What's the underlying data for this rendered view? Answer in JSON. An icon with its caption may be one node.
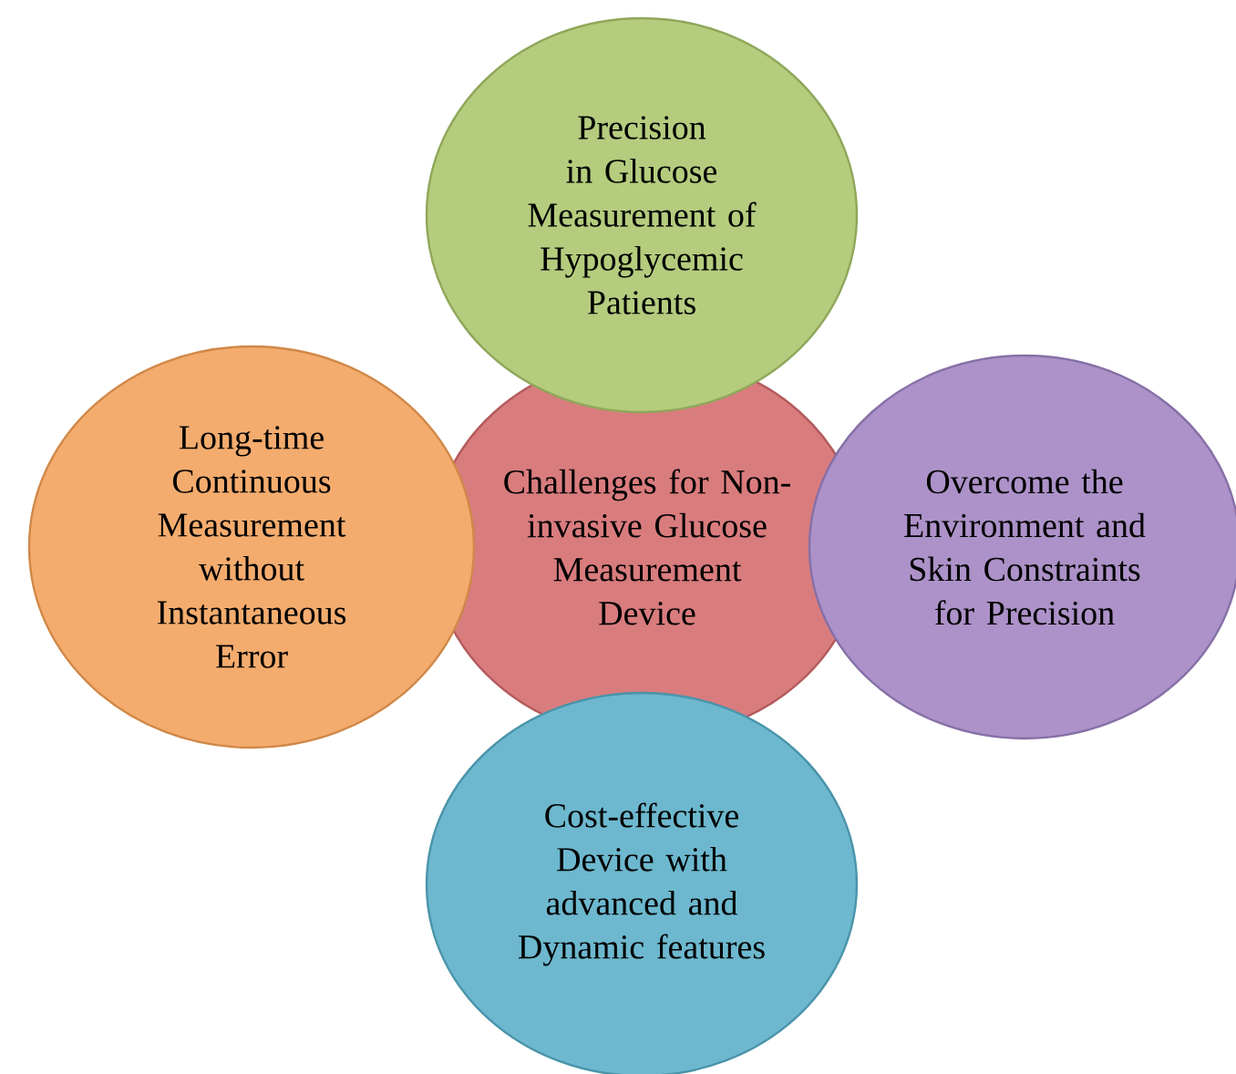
{
  "diagram": {
    "nodes": [
      {
        "text": [
          "Precision in Glucose Measurement of Hypoglycemic Patients"
        ]
      },
      {
        "text": [
          "Long-time Continuous Measurement without Instantaneous Error"
        ]
      },
      {
        "text": [
          "Challenges for Non-invasive Glucose Measurement Device"
        ]
      },
      {
        "text": [
          "Overcome the Environment and Skin Constraints for Precision"
        ]
      },
      {
        "text": [
          "Cost-effective Device with advanced and Dynamic features"
        ]
      }
    ]
  }
}
